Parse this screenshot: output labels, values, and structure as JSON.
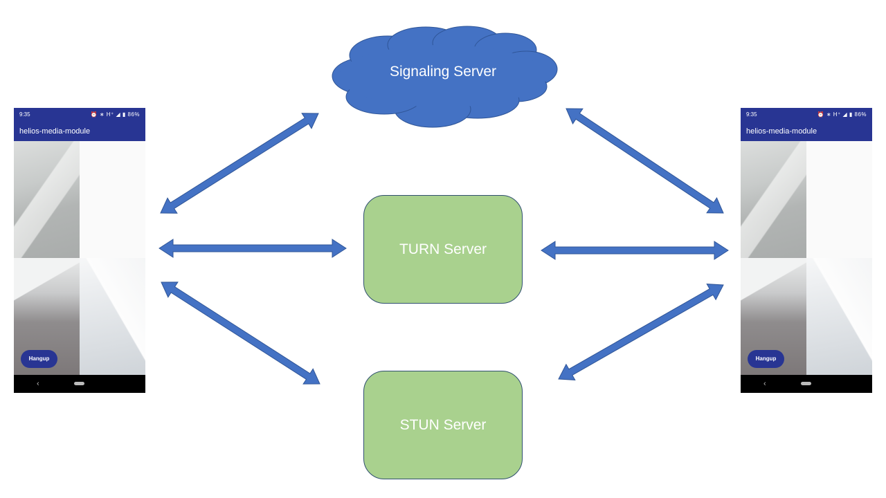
{
  "servers": {
    "signaling": "Signaling Server",
    "turn": "TURN Server",
    "stun": "STUN Server"
  },
  "phones": [
    {
      "time": "9:35",
      "status_icons": "⏰ ∗ H⁺ ◢ ▮ 86%",
      "app_title": "helios-media-module",
      "hangup_label": "Hangup",
      "back_glyph": "‹"
    },
    {
      "time": "9:35",
      "status_icons": "⏰ ∗ H⁺ ◢ ▮ 86%",
      "app_title": "helios-media-module",
      "hangup_label": "Hangup",
      "back_glyph": "‹"
    }
  ],
  "colors": {
    "cloud_fill": "#4472c4",
    "arrow_fill": "#4472c4",
    "arrow_stroke": "#2f5597",
    "server_fill": "#a9d18e",
    "app_bar": "#283593"
  }
}
